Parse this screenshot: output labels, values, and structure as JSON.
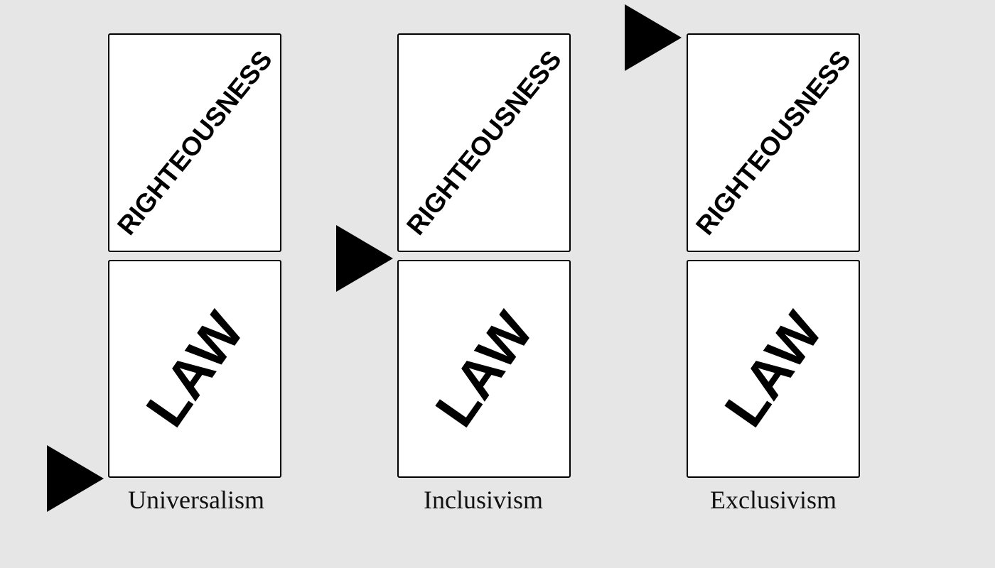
{
  "columns": [
    {
      "upper_box": "RIGHTEOUSNESS",
      "lower_box": "LAW",
      "caption": "Universalism"
    },
    {
      "upper_box": "RIGHTEOUSNESS",
      "lower_box": "LAW",
      "caption": "Inclusivism"
    },
    {
      "upper_box": "RIGHTEOUSNESS",
      "lower_box": "LAW",
      "caption": "Exclusivism"
    }
  ],
  "arrow_icon": "triangle-right-icon",
  "colors": {
    "background": "#e6e6e6",
    "box_fill": "#ffffff",
    "box_border": "#000000",
    "text": "#000000"
  }
}
